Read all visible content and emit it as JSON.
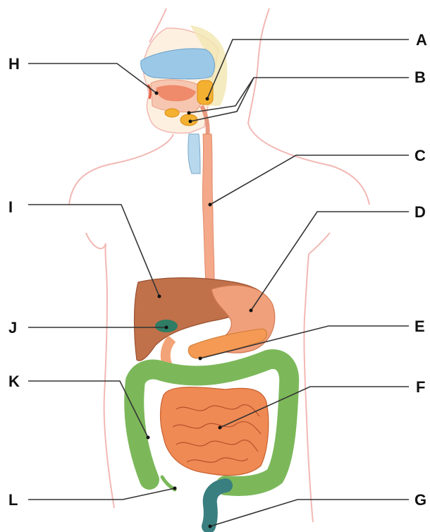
{
  "labels": {
    "a": "A",
    "b": "B",
    "c": "C",
    "d": "D",
    "e": "E",
    "f": "F",
    "g": "G",
    "h": "H",
    "i": "I",
    "j": "J",
    "k": "K",
    "l": "L"
  },
  "colors": {
    "body_outline": "#f2b8b4",
    "esophagus": "#f4a98a",
    "liver": "#c0714a",
    "stomach": "#f0a07a",
    "gallbladder": "#2e7d64",
    "pancreas": "#f49a55",
    "small_intestine": "#ef8a55",
    "large_intestine": "#7cb85a",
    "rectum": "#3a7f80",
    "nasal_cavity": "#9cc8e8",
    "salivary_glands": "#f4b030"
  }
}
